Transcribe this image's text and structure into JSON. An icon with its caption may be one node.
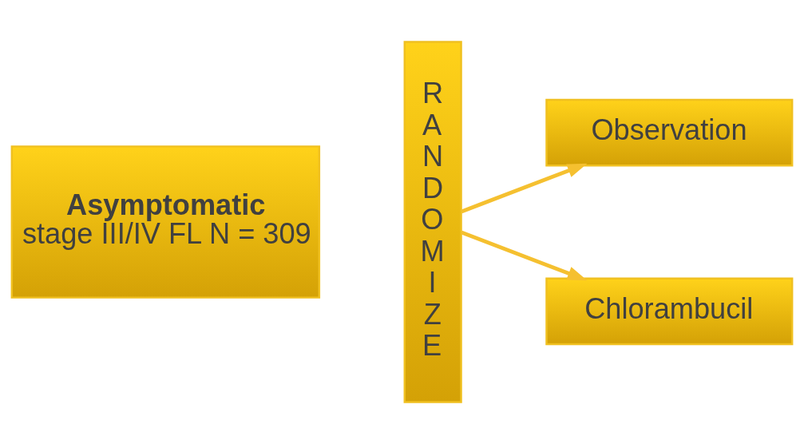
{
  "diagram": {
    "nodes": [
      {
        "text": [
          "Asymptomatic",
          "stage III/IV FL N = 309"
        ]
      },
      {
        "text": [
          "RANDOMIZE"
        ]
      },
      {
        "text": [
          "Observation"
        ]
      },
      {
        "text": [
          "Chlorambucil"
        ]
      }
    ],
    "edges": [
      {
        "from": 1,
        "to": 2,
        "arrow": "to"
      },
      {
        "from": 1,
        "to": 3,
        "arrow": "to"
      }
    ]
  }
}
